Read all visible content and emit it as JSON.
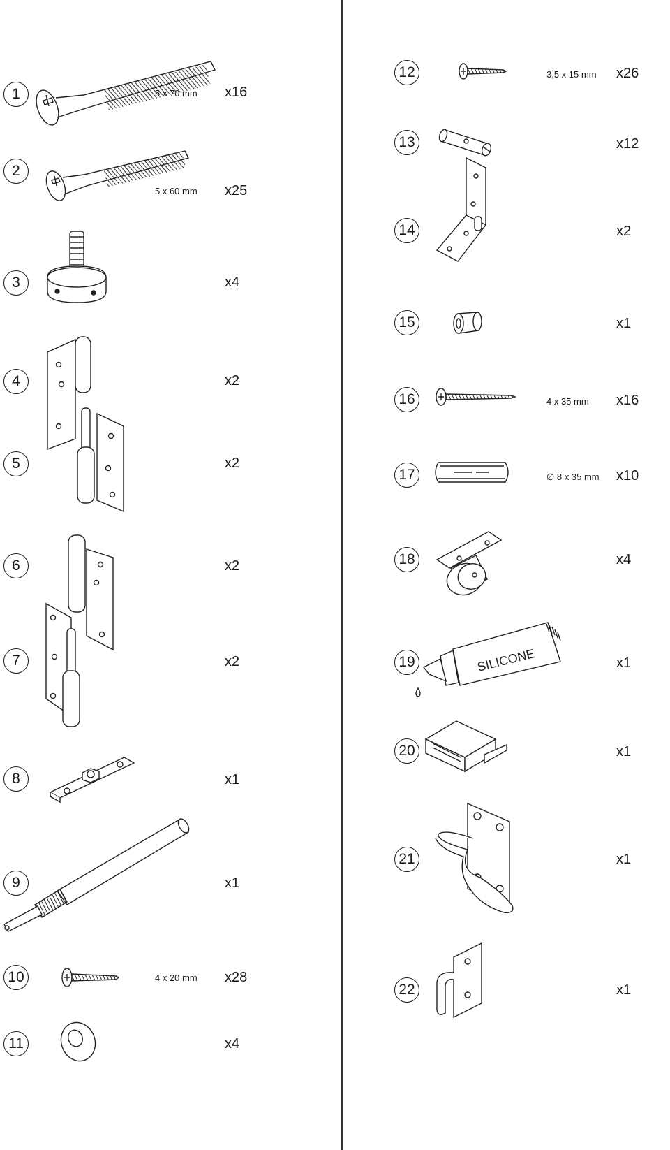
{
  "parts": [
    {
      "number": "1",
      "size": "5 x 70 mm",
      "qty": "x16",
      "icon": "long-wood-screw-icon"
    },
    {
      "number": "2",
      "size": "5 x 60 mm",
      "qty": "x25",
      "icon": "wood-screw-icon"
    },
    {
      "number": "3",
      "size": "",
      "qty": "x4",
      "icon": "adjustable-foot-icon"
    },
    {
      "number": "4",
      "size": "",
      "qty": "x2",
      "icon": "lift-off-hinge-icon"
    },
    {
      "number": "5",
      "size": "",
      "qty": "x2",
      "icon": "lift-off-hinge-pin-icon"
    },
    {
      "number": "6",
      "size": "",
      "qty": "x2",
      "icon": "lift-off-hinge-icon"
    },
    {
      "number": "7",
      "size": "",
      "qty": "x2",
      "icon": "lift-off-hinge-pin-icon"
    },
    {
      "number": "8",
      "size": "",
      "qty": "x1",
      "icon": "nut-plate-icon"
    },
    {
      "number": "9",
      "size": "",
      "qty": "x1",
      "icon": "threaded-rod-icon"
    },
    {
      "number": "10",
      "size": "4 x 20 mm",
      "qty": "x28",
      "icon": "short-screw-icon"
    },
    {
      "number": "11",
      "size": "",
      "qty": "x4",
      "icon": "washer-icon"
    },
    {
      "number": "12",
      "size": "3,5 x 15 mm",
      "qty": "x26",
      "icon": "small-screw-icon"
    },
    {
      "number": "13",
      "size": "",
      "qty": "x12",
      "icon": "cam-bolt-icon"
    },
    {
      "number": "14",
      "size": "",
      "qty": "x2",
      "icon": "angle-hinge-icon"
    },
    {
      "number": "15",
      "size": "",
      "qty": "x1",
      "icon": "spacer-sleeve-icon"
    },
    {
      "number": "16",
      "size": "4 x 35 mm",
      "qty": "x16",
      "icon": "screw-icon"
    },
    {
      "number": "17",
      "size": "∅ 8 x 35 mm",
      "qty": "x10",
      "icon": "wooden-dowel-icon"
    },
    {
      "number": "18",
      "size": "",
      "qty": "x4",
      "icon": "castor-wheel-icon"
    },
    {
      "number": "19",
      "size": "",
      "qty": "x1",
      "icon": "silicone-tube-icon",
      "tube_label": "SILICONE"
    },
    {
      "number": "20",
      "size": "",
      "qty": "x1",
      "icon": "magnetic-catch-icon"
    },
    {
      "number": "21",
      "size": "",
      "qty": "x1",
      "icon": "coat-hook-icon"
    },
    {
      "number": "22",
      "size": "",
      "qty": "x1",
      "icon": "wall-hook-icon"
    }
  ]
}
